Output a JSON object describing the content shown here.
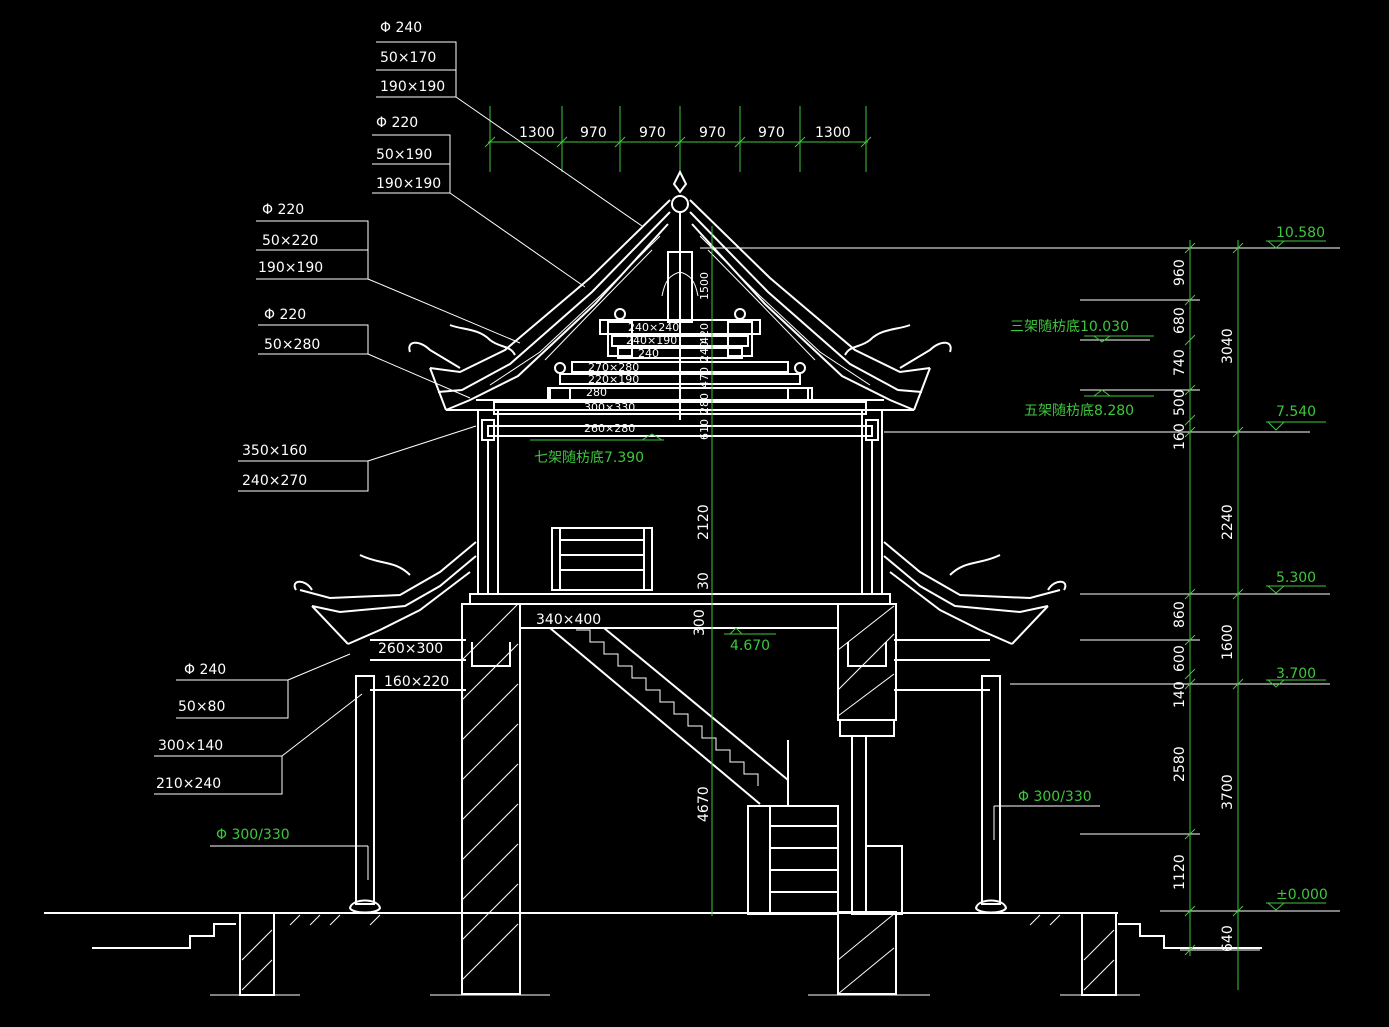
{
  "top_dims": [
    "1300",
    "970",
    "970",
    "970",
    "970",
    "1300"
  ],
  "callouts": [
    {
      "lines": [
        "Φ 240",
        "50×170",
        "190×190"
      ]
    },
    {
      "lines": [
        "Φ 220",
        "50×190",
        "190×190"
      ]
    },
    {
      "lines": [
        "Φ 220",
        "50×220",
        "190×190"
      ]
    },
    {
      "lines": [
        "Φ 220",
        "50×280"
      ]
    },
    {
      "lines": [
        "350×160",
        "240×270"
      ]
    },
    {
      "lines": [
        "Φ 240",
        "50×80"
      ]
    },
    {
      "lines": [
        "300×140",
        "210×240"
      ]
    }
  ],
  "green_callouts": [
    {
      "label": "Φ 300/330"
    },
    {
      "label": "Φ 300/330"
    }
  ],
  "elevations": [
    "10.580",
    "7.540",
    "5.300",
    "3.700",
    "±0.000"
  ],
  "elevation_labels": [
    "三架随枋底10.030",
    "五架随枋底8.280",
    "七架随枋底7.390",
    "4.670"
  ],
  "right_dims_inner": [
    "960",
    "680",
    "740",
    "500",
    "160",
    "860",
    "600",
    "140",
    "2580",
    "1120",
    "640"
  ],
  "right_dims_outer": [
    "3040",
    "2240",
    "1600",
    "3700"
  ],
  "center_dims": [
    "1500",
    "420",
    "240",
    "470",
    "280",
    "610",
    "2120",
    "30",
    "300",
    "4670"
  ],
  "beam_labels": [
    "240×240",
    "240×190",
    "240",
    "270×280",
    "220×190",
    "280",
    "300×330",
    "260×280",
    "340×400",
    "260×300",
    "160×220"
  ]
}
